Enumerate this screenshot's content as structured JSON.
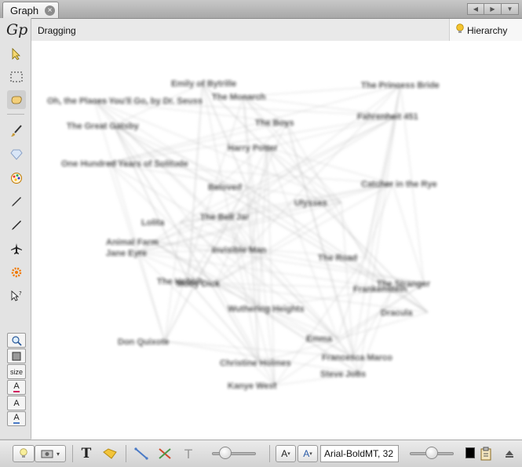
{
  "tab": {
    "title": "Graph",
    "close_symbol": "×"
  },
  "nav": {
    "back_symbol": "◀",
    "forward_symbol": "▶",
    "menu_symbol": "▼"
  },
  "header": {
    "mode_label": "Dragging",
    "hierarchy_label": "Hierarchy"
  },
  "left_toolbar": {
    "logo_text": "Gp",
    "size_label": "size",
    "text_a_glyph": "A",
    "tools": [
      "select-arrow",
      "rectangle-select",
      "drag-hand",
      "paintbrush",
      "diamond",
      "color-palette",
      "pencil",
      "edge-pencil",
      "airplane",
      "sunburst",
      "pointer-help",
      "zoom",
      "node-fill",
      "node-size",
      "label-color",
      "label-size",
      "label-font"
    ]
  },
  "bottom_toolbar": {
    "text_t_glyph": "T",
    "font_a_glyph": "A",
    "font_a_dropdown": "▾",
    "font_name": "Arial-BoldMT, 32"
  },
  "graph": {
    "edge_color": "#b8b8b8",
    "label_color": "#1a1a1a",
    "labels": [
      "Emily of Bytrille",
      "The Princess Bride",
      "Oh, the Places You'll Go, by Dr. Seuss",
      "The Monarch",
      "Fahrenheit 451",
      "The Great Gatsby",
      "The Boys",
      "Harry Potter",
      "One Hundred Years of Solitude",
      "Catcher in the Rye",
      "Beloved",
      "Ulysses",
      "The Bell Jar",
      "Lolita",
      "Animal Farm",
      "The Hobbit",
      "Invisible Man",
      "The Road",
      "Jane Eyre",
      "Frankenstein",
      "Dracula",
      "Emma",
      "Moby Dick",
      "The Stranger",
      "Wuthering Heights",
      "Christine Holmes",
      "Kanye West",
      "Francesca Marco",
      "Steve Jobs",
      "Don Quixote"
    ]
  }
}
